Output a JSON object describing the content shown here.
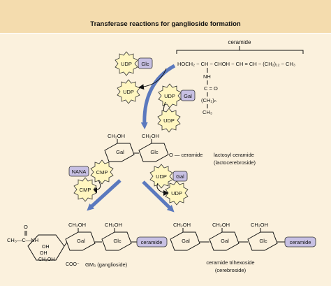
{
  "header": {
    "title": "Transferase reactions for ganglioside formation"
  },
  "ceramide_structure": {
    "bracket_label": "ceramide",
    "sphingosine_chain": "HOCH₂ − CH − CHOH − CH = CH − (CH₂)₁₂ − CH₃",
    "nh": "NH",
    "carbonyl_c": "C = O",
    "fatty_chain": "(CH₂)ₙ",
    "chain_end": "CH₃"
  },
  "step1": {
    "udp_glc": "UDP",
    "glc": "Glc",
    "udp_released": "UDP"
  },
  "step2": {
    "udp_gal": "UDP",
    "gal": "Gal",
    "udp_released": "UDP"
  },
  "lactosyl": {
    "ch2oh_gal": "CH₂OH",
    "ch2oh_glc": "CH₂OH",
    "gal": "Gal",
    "glc": "Glc",
    "ceramide_link": "O — ceramide",
    "label_line1": "lactosyl ceramide",
    "label_line2": "(lactocerebroside)"
  },
  "nana_step": {
    "nana": "NANA",
    "cmp_in": "CMP",
    "cmp_out": "CMP"
  },
  "gal_step": {
    "udp_in": "UDP",
    "gal": "Gal",
    "udp_out": "UDP"
  },
  "gm3": {
    "acetyl_o": "O",
    "acetyl_c": "CH₃—C—NH",
    "oh1": "OH",
    "oh2": "OH",
    "ch2oh_bottom": "CH₂OH",
    "coo": "COO⁻",
    "ch2oh_gal": "CH₂OH",
    "ch2oh_glc": "CH₂OH",
    "gal": "Gal",
    "glc": "Glc",
    "ceramide": "ceramide",
    "label": "GM₃ (ganglioside)"
  },
  "trihexoside": {
    "ch2oh_1": "CH₂OH",
    "ch2oh_2": "CH₂OH",
    "ch2oh_3": "CH₂OH",
    "gal1": "Gal",
    "gal2": "Gal",
    "glc": "Glc",
    "ceramide": "ceramide",
    "label_line1": "ceramide trihexoside",
    "label_line2": "(cerebroside)"
  },
  "colors": {
    "header_bg": "#f4dcae",
    "panel_bg": "#fbf1dd",
    "udp_star": "#fff6c0",
    "sugar_tag": "#c7c0e3",
    "big_arrow": "#5b79be"
  }
}
